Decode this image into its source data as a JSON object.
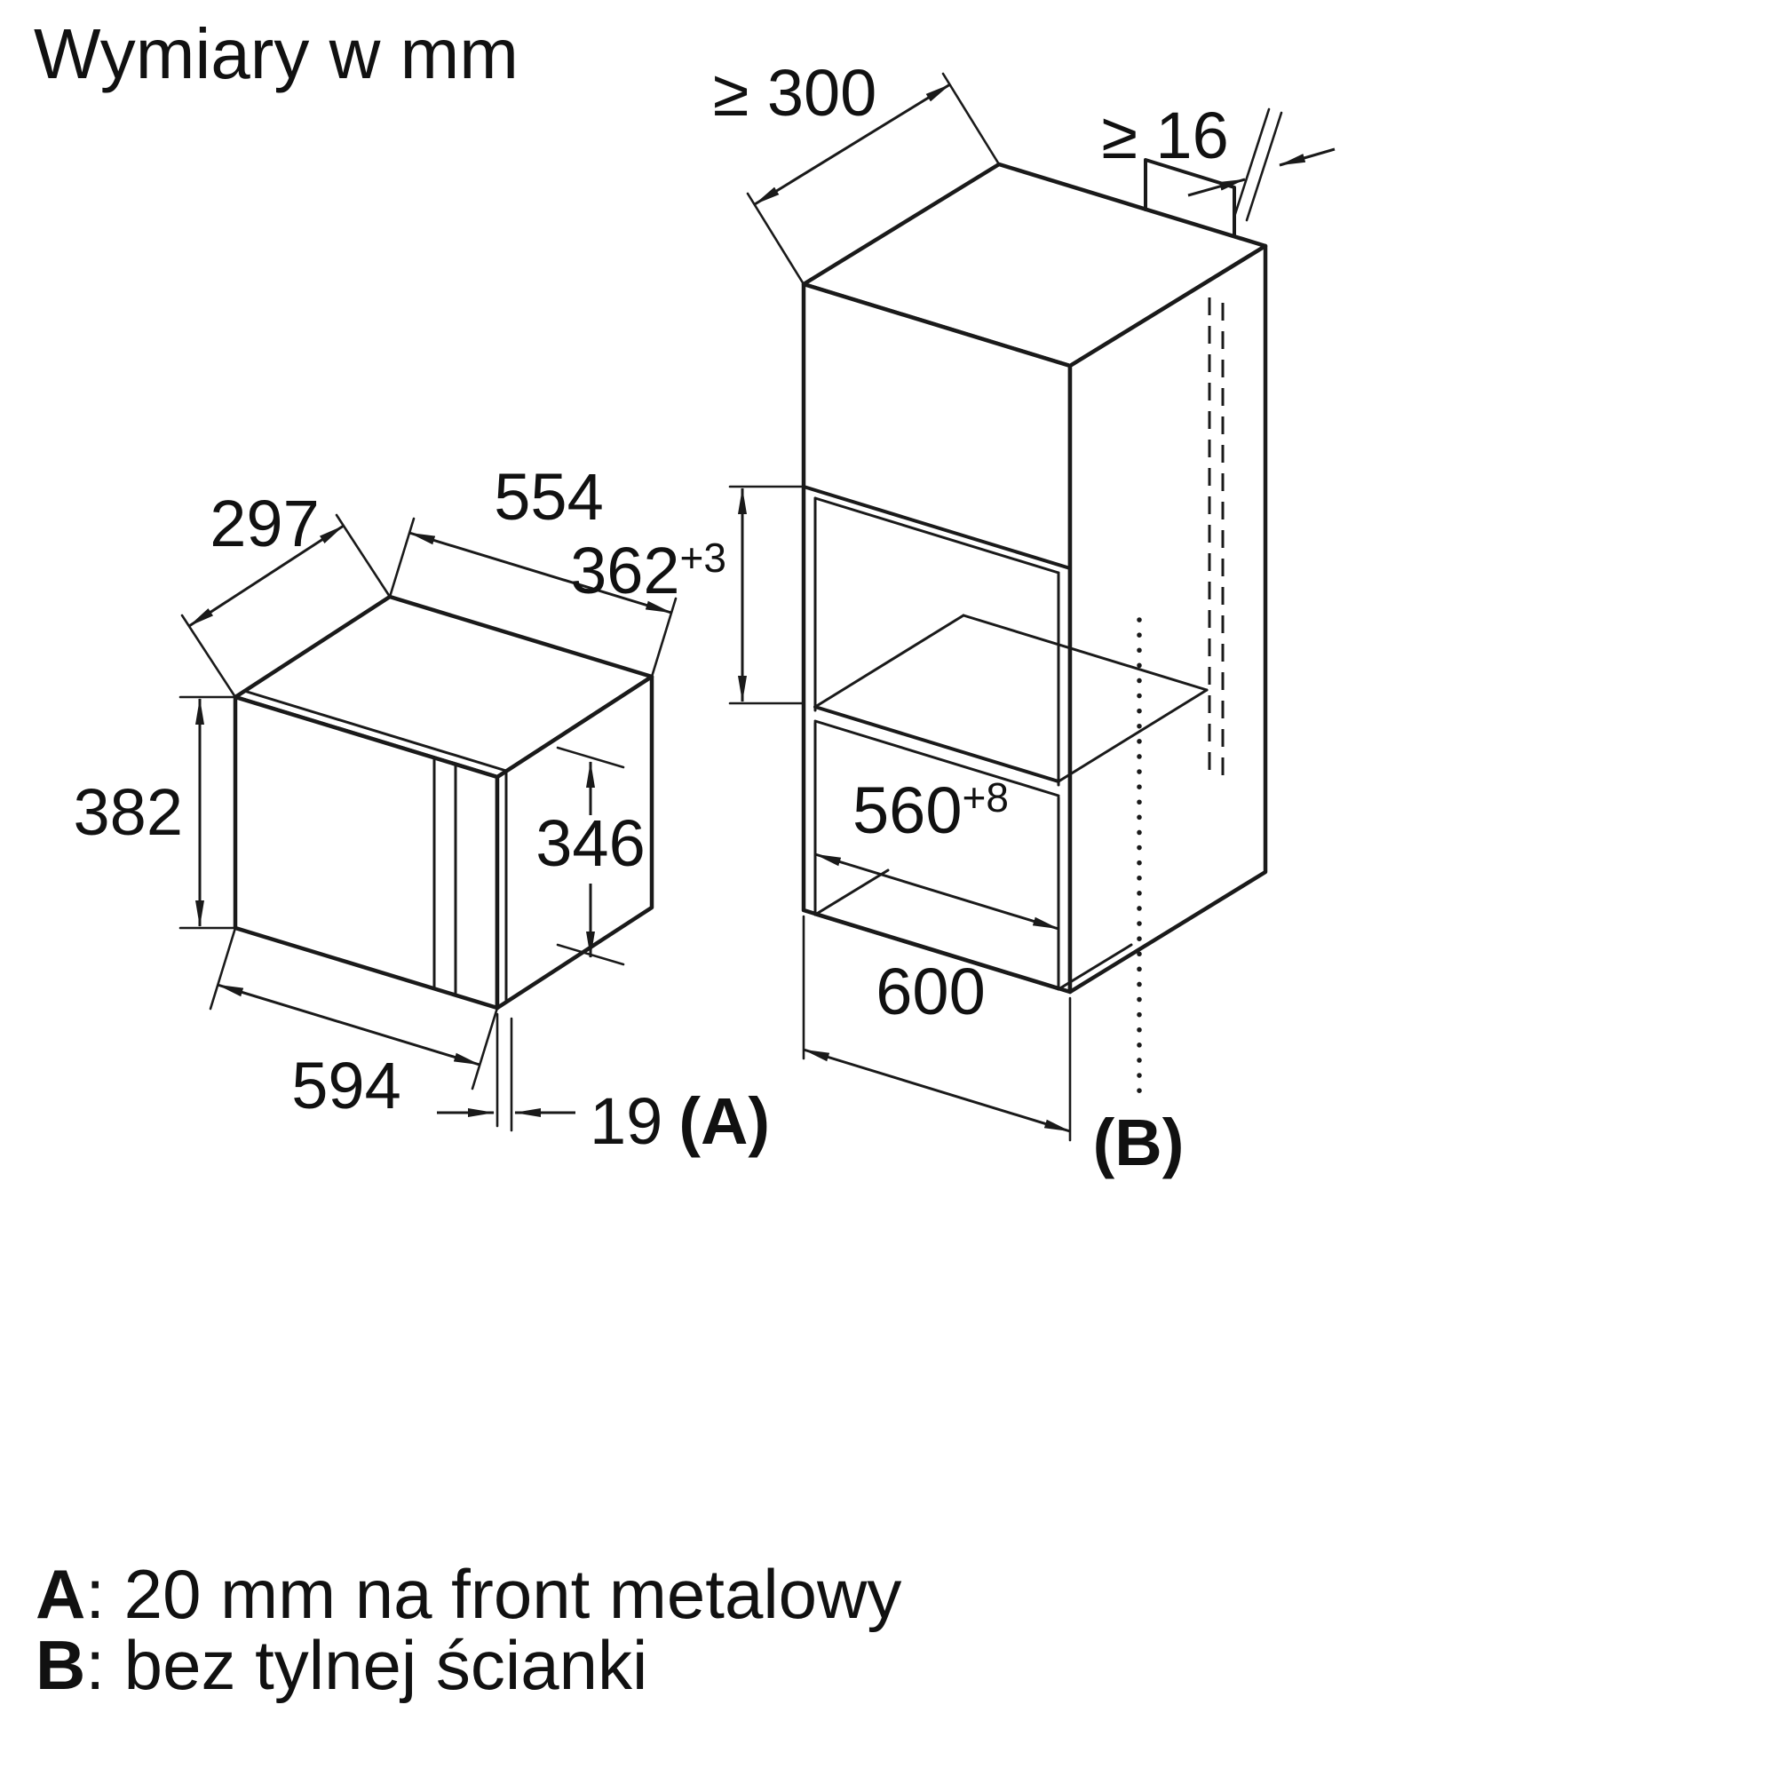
{
  "title": "Wymiary w mm",
  "appliance": {
    "depth": "297",
    "width_top": "554",
    "height": "382",
    "front_height": "346",
    "width_front": "594",
    "front_offset": "19",
    "front_offset_ref": "(A)"
  },
  "niche": {
    "min_top_depth": "≥ 300",
    "min_side_thickness": "≥ 16",
    "height": {
      "value": "362",
      "tolerance": "+3"
    },
    "width": {
      "value": "560",
      "tolerance": "+8"
    },
    "cabinet_width": "600",
    "back_ref": "(B)"
  },
  "footnotes": [
    {
      "key": "A",
      "rest": ": 20 mm na front metalowy"
    },
    {
      "key": "B",
      "rest": ": bez tylnej ścianki"
    }
  ],
  "colors": {
    "line": "#1a1a1a",
    "background": "#ffffff"
  }
}
